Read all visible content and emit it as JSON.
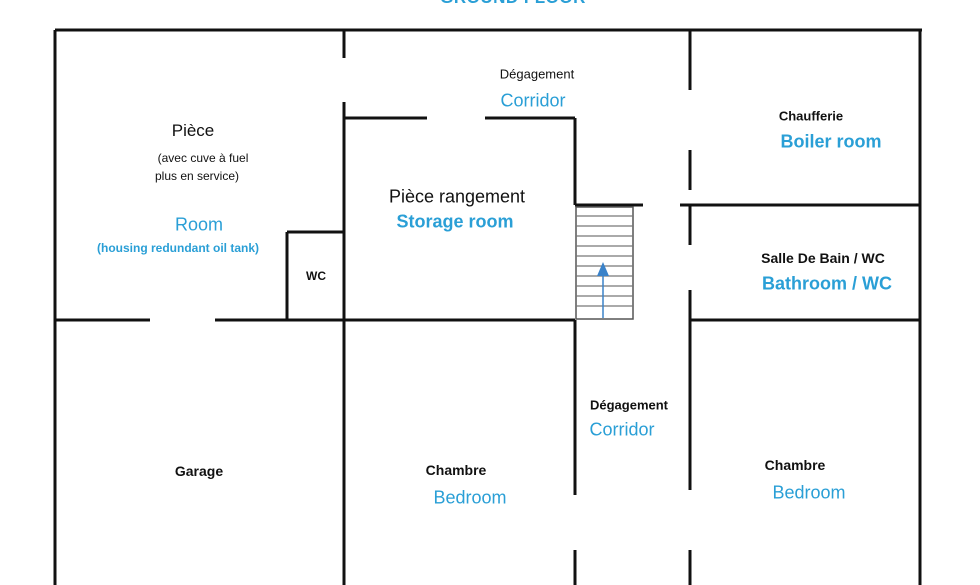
{
  "title": "GROUND FLOOR",
  "colors": {
    "walls": "#111111",
    "english_labels": "#2a9fd6",
    "french_labels": "#111111",
    "stair_arrow": "#3a82c9"
  },
  "icons": {
    "stairs": "stairs-icon",
    "arrow": "arrow-up-icon"
  },
  "rooms": {
    "room": {
      "fr": "Pièce",
      "fr_note_1": "(avec cuve à fuel",
      "fr_note_2": "plus en service)",
      "en": "Room",
      "en_note": "(housing redundant oil tank)"
    },
    "wc": {
      "fr": "WC"
    },
    "corridor_top": {
      "fr": "Dégagement",
      "en": "Corridor"
    },
    "storage": {
      "fr": "Pièce rangement",
      "en": "Storage room"
    },
    "boiler": {
      "fr": "Chaufferie",
      "en": "Boiler room"
    },
    "bathroom": {
      "fr": "Salle De Bain / WC",
      "en": "Bathroom / WC"
    },
    "garage": {
      "fr": "Garage"
    },
    "bedroom_left": {
      "fr": "Chambre",
      "en": "Bedroom"
    },
    "corridor_mid": {
      "fr": "Dégagement",
      "en": "Corridor"
    },
    "bedroom_right": {
      "fr": "Chambre",
      "en": "Bedroom"
    }
  }
}
